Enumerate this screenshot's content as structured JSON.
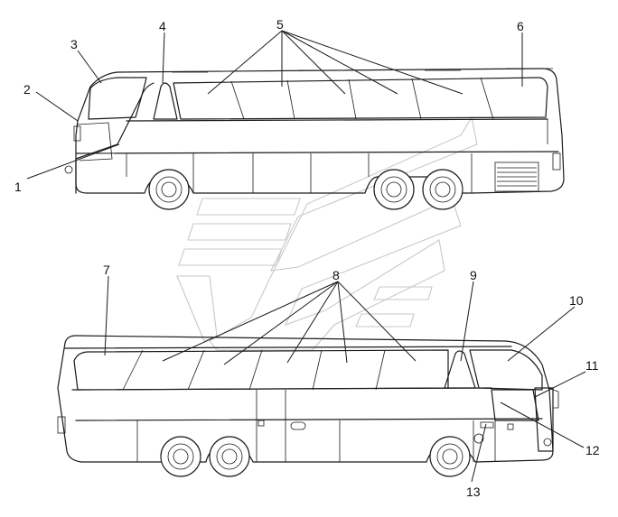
{
  "callouts": [
    {
      "id": "c1",
      "text": "1"
    },
    {
      "id": "c2",
      "text": "2"
    },
    {
      "id": "c3",
      "text": "3"
    },
    {
      "id": "c4",
      "text": "4"
    },
    {
      "id": "c5",
      "text": "5"
    },
    {
      "id": "c6",
      "text": "6"
    },
    {
      "id": "c7",
      "text": "7"
    },
    {
      "id": "c8",
      "text": "8"
    },
    {
      "id": "c9",
      "text": "9"
    },
    {
      "id": "c10",
      "text": "10"
    },
    {
      "id": "c11",
      "text": "11"
    },
    {
      "id": "c12",
      "text": "12"
    },
    {
      "id": "c13",
      "text": "13"
    }
  ]
}
